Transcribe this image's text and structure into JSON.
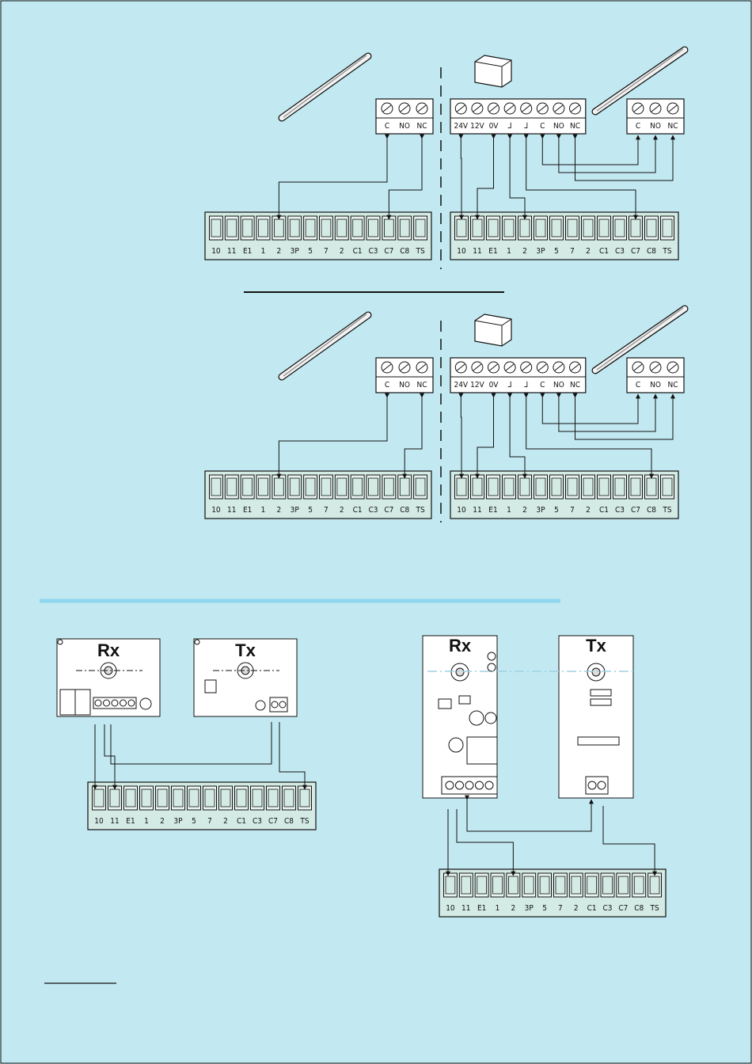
{
  "terminal_labels": [
    "10",
    "11",
    "E1",
    "1",
    "2",
    "3P",
    "5",
    "7",
    "2",
    "C1",
    "C3",
    "C7",
    "C8",
    "TS"
  ],
  "sensor_labels": [
    "C",
    "NO",
    "NC"
  ],
  "power_unit_labels": [
    "24V",
    "12V",
    "0V",
    "⅃",
    "⅃",
    "C",
    "NO",
    "NC"
  ],
  "photocell_labels": {
    "rx": "Rx",
    "tx": "Tx"
  },
  "colors": {
    "background": "#c2e9f1",
    "terminal_fill": "#d3ebe4",
    "separator": "#8fd6ee"
  }
}
